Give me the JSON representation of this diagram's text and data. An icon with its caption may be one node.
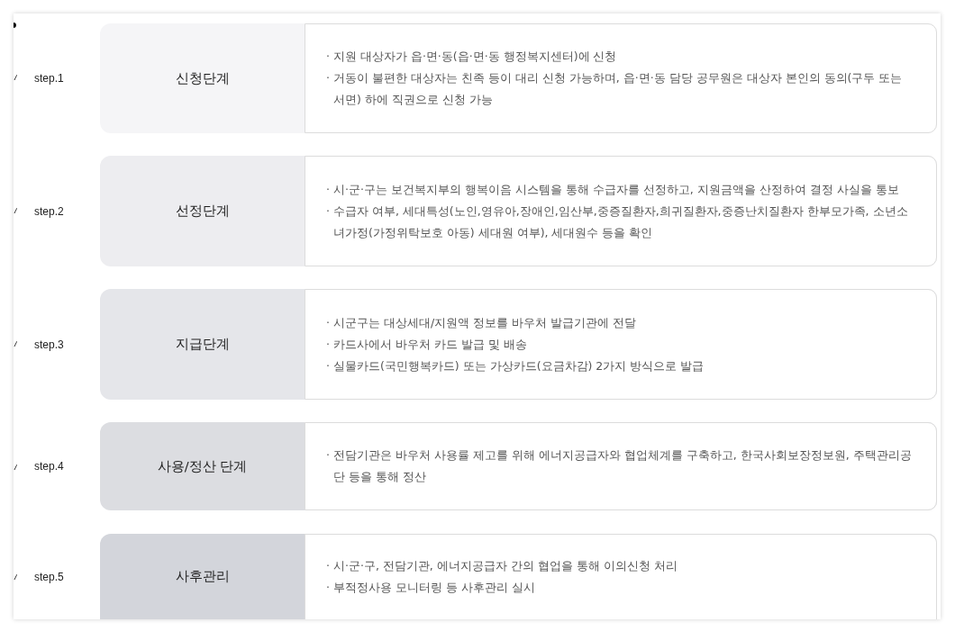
{
  "diagram": {
    "nodes": [
      {
        "text": [
          "신청단계",
          "· 지원 대상자가 읍·면·동(읍·면·동 행정복지센터)에 신청",
          "· 거동이 불편한 대상자는 친족 등이 대리 신청 가능하며, 읍·면·동 담당 공무원은 대상자 본인의 동의(구두 또는 서면) 하에 직권으로 신청 가능"
        ],
        "beside": [
          "step.1"
        ]
      },
      {
        "text": [
          "선정단계",
          "· 시·군·구는 보건복지부의 행복이음 시스템을 통해 수급자를 선정하고, 지원금액을 산정하여 결정 사실을 통보",
          "· 수급자 여부, 세대특성(노인,영유아,장애인,임산부,중증질환자,희귀질환자,중증난치질환자 한부모가족, 소년소녀가정(가정위탁보호 아동) 세대원 여부), 세대원수 등을 확인"
        ],
        "beside": [
          "step.2"
        ]
      },
      {
        "text": [
          "지급단계",
          "· 시군구는 대상세대/지원액 정보를 바우처 발급기관에 전달",
          "· 카드사에서 바우처 카드 발급 및 배송",
          "· 실물카드(국민행복카드) 또는 가상카드(요금차감) 2가지 방식으로 발급"
        ],
        "beside": [
          "step.3"
        ]
      },
      {
        "text": [
          "사용/정산 단계",
          "· 전담기관은 바우처 사용률 제고를 위해 에너지공급자와 협업체계를 구축하고, 한국사회보장정보원, 주택관리공단 등을 통해 정산"
        ],
        "beside": [
          "step.4"
        ]
      },
      {
        "text": [
          "사후관리",
          "· 시·군·구, 전담기관, 에너지공급자 간의 협업을 통해 이의신청 처리",
          "· 부적정사용 모니터링 등 사후관리 실시"
        ],
        "beside": [
          "step.5"
        ]
      }
    ]
  }
}
